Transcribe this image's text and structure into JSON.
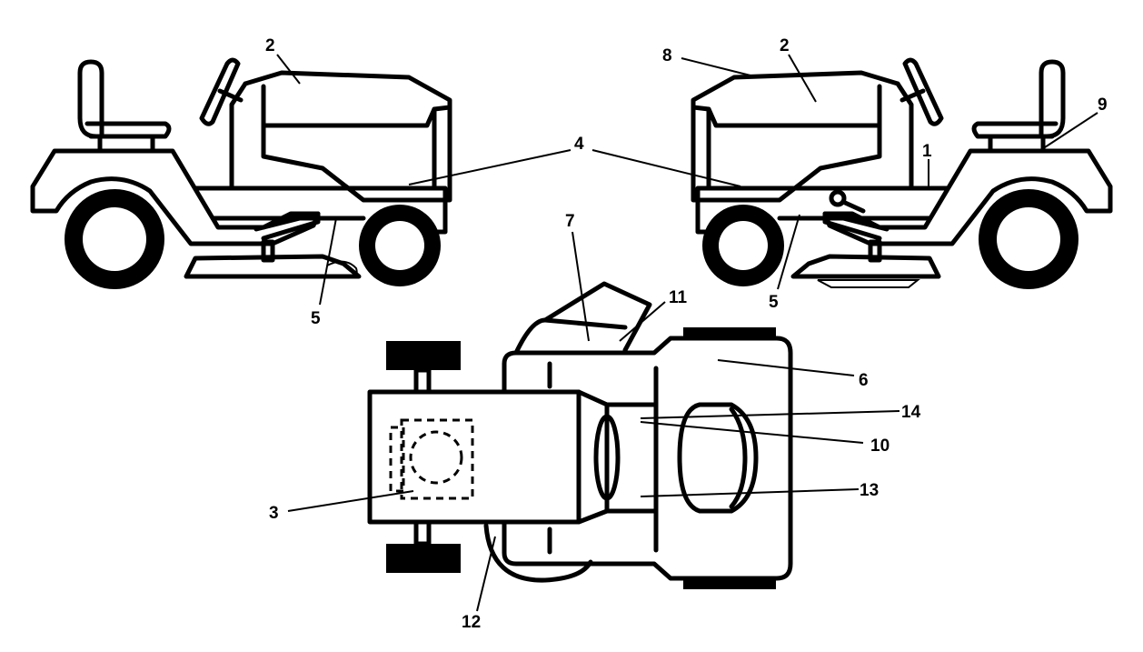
{
  "callouts": {
    "c1": "1",
    "c2a": "2",
    "c2b": "2",
    "c3": "3",
    "c4": "4",
    "c5a": "5",
    "c5b": "5",
    "c6": "6",
    "c7": "7",
    "c8": "8",
    "c9": "9",
    "c10": "10",
    "c11": "11",
    "c12": "12",
    "c13": "13",
    "c14": "14"
  },
  "colors": {
    "line": "#000000",
    "background": "#ffffff"
  }
}
